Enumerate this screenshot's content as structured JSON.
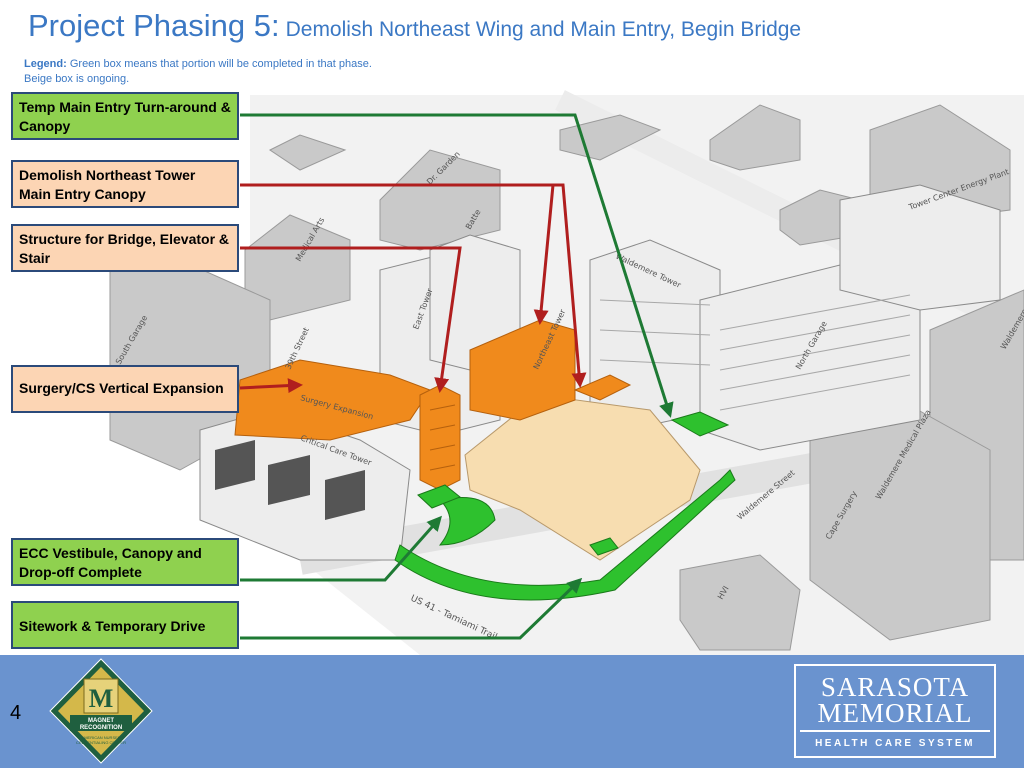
{
  "header": {
    "title_main": "Project Phasing 5:",
    "title_sub": "Demolish Northeast Wing and Main Entry, Begin Bridge"
  },
  "legend": {
    "label": "Legend:",
    "line1": "Green box means that portion will be completed in that phase.",
    "line2": "Beige box is ongoing."
  },
  "callouts": [
    {
      "text": "Temp Main Entry Turn-around & Canopy",
      "status": "green"
    },
    {
      "text": "Demolish Northeast Tower Main Entry Canopy",
      "status": "beige"
    },
    {
      "text": "Structure for Bridge, Elevator & Stair",
      "status": "beige"
    },
    {
      "text": "Surgery/CS Vertical Expansion",
      "status": "beige"
    },
    {
      "text": "ECC Vestibule, Canopy and Drop-off Complete",
      "status": "green"
    },
    {
      "text": "Sitework & Temporary Drive",
      "status": "green"
    }
  ],
  "map_labels": {
    "dr_garden": "Dr. Garden",
    "medical_arts": "Medical Arts",
    "batte": "Batte",
    "east_tower": "East Tower",
    "northeast_tower": "Northeast Tower",
    "waldemere_tower": "Waldemere Tower",
    "north_garage": "North Garage",
    "tower_center": "Tower Center Energy Plant",
    "south_garage": "South Garage",
    "critical_care_tower": "Critical Care Tower",
    "surgery_expansion": "Surgery Expansion",
    "street_39": "39th Street",
    "waldemere_street": "Waldemere Street",
    "waldemere_medical_plaza": "Waldemere Medical Plaza",
    "cape_surgery": "Cape Surgery",
    "hvi": "HVI",
    "waldemere_east": "Waldemere",
    "us41": "US 41 - Tamiami Trail"
  },
  "colors": {
    "title": "#3b78c4",
    "green_box": "#8fd14f",
    "beige_box": "#fcd5b4",
    "green_arrow": "#1e7a34",
    "red_arrow": "#b01e1e",
    "phase_orange": "#f08a1c",
    "site_beige": "#f7ddb0",
    "footer": "#6a93cf"
  },
  "footer": {
    "page_number": "4",
    "badge_letter": "M",
    "badge_line1": "MAGNET",
    "badge_line2": "RECOGNITION",
    "badge_line3": "AMERICAN NURSES",
    "badge_line4": "CREDENTIALING CENTER",
    "logo_line1": "SARASOTA",
    "logo_line2": "MEMORIAL",
    "logo_line3": "HEALTH CARE SYSTEM"
  }
}
